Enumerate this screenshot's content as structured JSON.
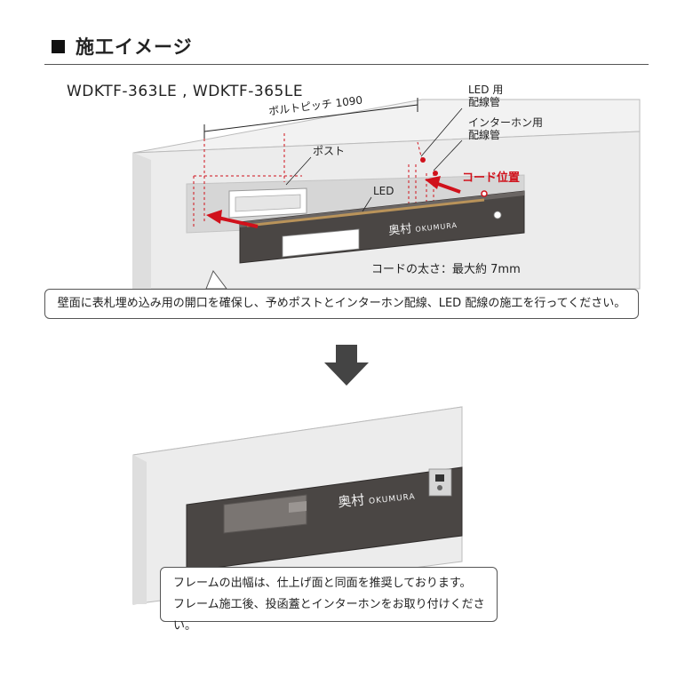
{
  "heading": "施工イメージ",
  "model": "WDKTF-363LE , WDKTF-365LE",
  "labels": {
    "led_pipe": [
      "LED 用",
      "配線管"
    ],
    "intercom_pipe": [
      "インターホン用",
      "配線管"
    ],
    "bolt_pitch": "ボルトピッチ 1090",
    "post": "ポスト",
    "led": "LED",
    "cord_position": "コード位置",
    "cord_thickness": "コードの太さ：最大約 7mm",
    "nameplate_kanji": "奥村",
    "nameplate_roman": "OKUMURA"
  },
  "notes": {
    "step1": "壁面に表札埋め込み用の開口を確保し、予めポストとインターホン配線、LED 配線の施工を行ってください。",
    "step2_lines": [
      "フレームの出幅は、仕上げ面と同面を推奨しております。",
      "フレーム施工後、投函蓋とインターホンをお取り付けください。"
    ]
  },
  "colors": {
    "accent_red": "#d0111b",
    "frame_dark": "#4a4644",
    "wall_light": "#ebebeb",
    "led_gold": "#b9935a"
  }
}
